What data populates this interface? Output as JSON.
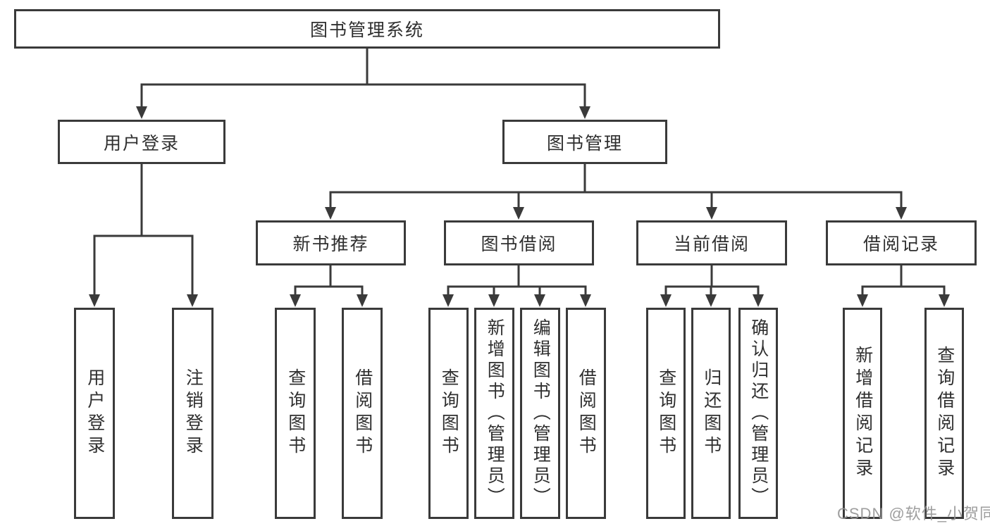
{
  "diagram_title": "图书管理系统",
  "tree": {
    "label": "图书管理系统",
    "children": [
      {
        "label": "用户登录",
        "children": [
          {
            "label": "用户登录"
          },
          {
            "label": "注销登录"
          }
        ]
      },
      {
        "label": "图书管理",
        "children": [
          {
            "label": "新书推荐",
            "children": [
              {
                "label": "查询图书"
              },
              {
                "label": "借阅图书"
              }
            ]
          },
          {
            "label": "图书借阅",
            "children": [
              {
                "label": "查询图书"
              },
              {
                "label": "新增图书（管理员）"
              },
              {
                "label": "编辑图书（管理员）"
              },
              {
                "label": "借阅图书"
              }
            ]
          },
          {
            "label": "当前借阅",
            "children": [
              {
                "label": "查询图书"
              },
              {
                "label": "归还图书"
              },
              {
                "label": "确认归还（管理员）"
              }
            ]
          },
          {
            "label": "借阅记录",
            "children": [
              {
                "label": "新增借阅记录"
              },
              {
                "label": "查询借阅记录"
              }
            ]
          }
        ]
      }
    ]
  },
  "watermark": {
    "text": "CSDN @软件_小贺同学"
  },
  "colors": {
    "line": "#3a3a3a",
    "box_border": "#3a3a3a",
    "text": "#2f2f2f",
    "background": "#ffffff",
    "watermark": "#949494"
  }
}
